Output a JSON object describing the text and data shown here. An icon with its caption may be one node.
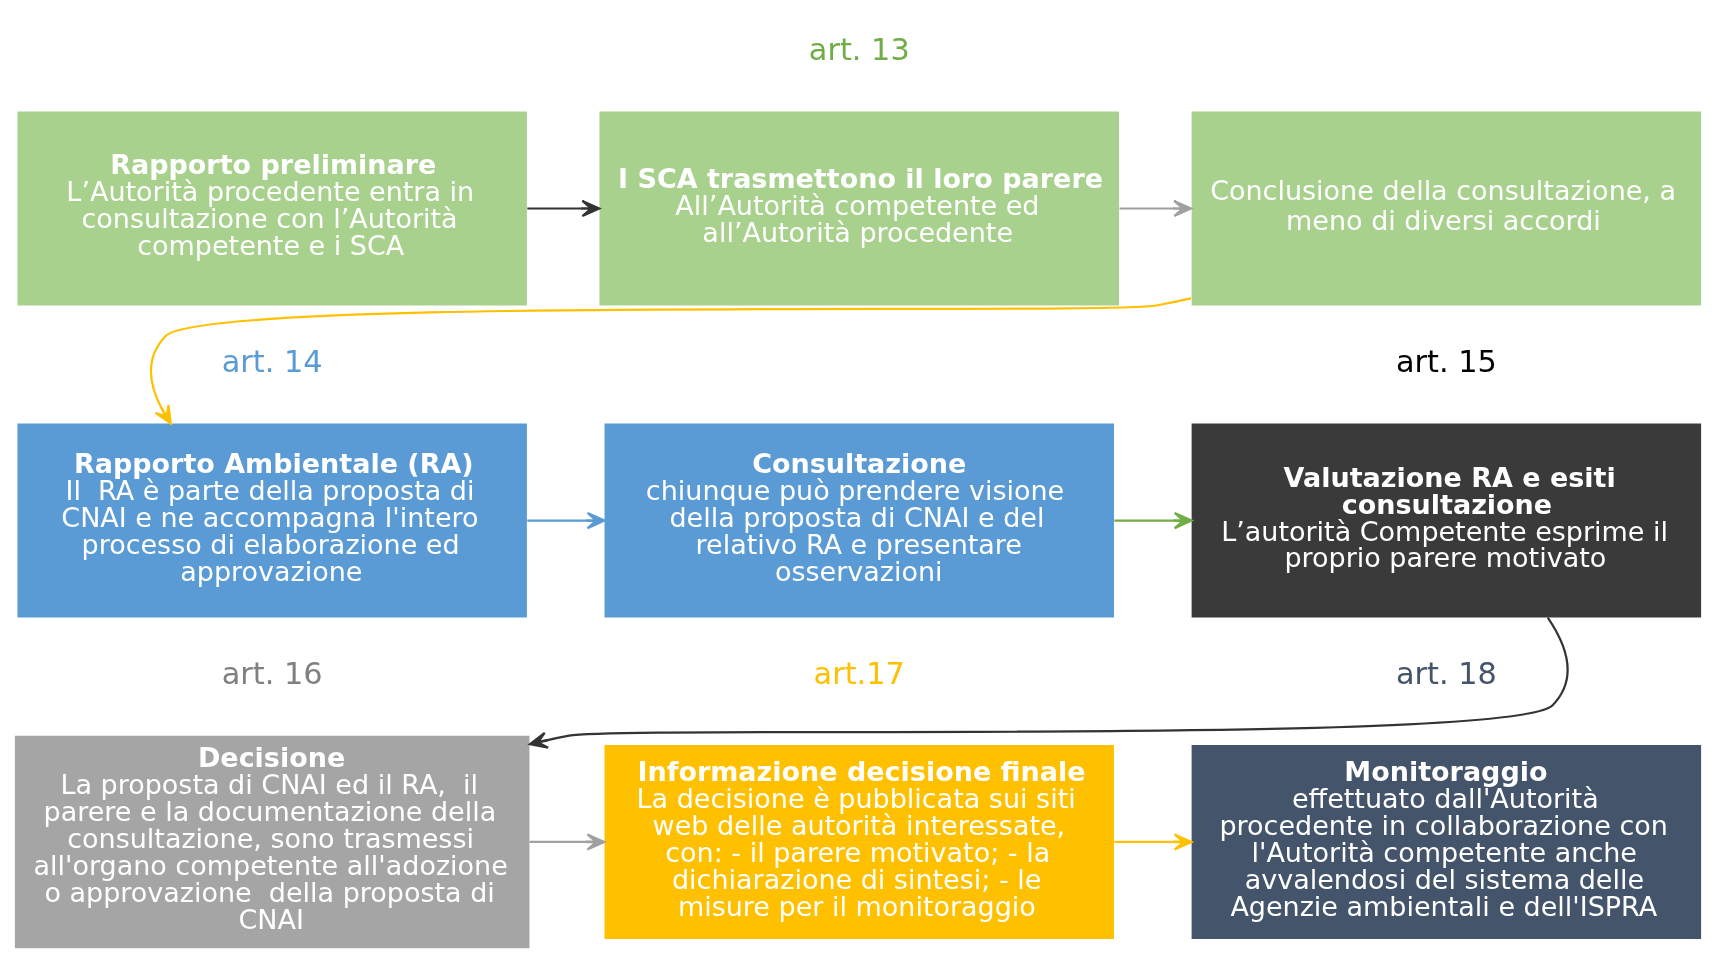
{
  "diagram": {
    "nodes": [
      {
        "text": [
          "Rapporto preliminare",
          "L’Autorità procedente entra in consultazione con l’Autorità competente e i SCA"
        ]
      },
      {
        "text": [
          "I SCA trasmettono il loro parere",
          "All’Autorità competente ed all’Autorità procedente"
        ]
      },
      {
        "text": [
          "Conclusione della consultazione, a meno di diversi accordi"
        ]
      },
      {
        "text": [
          "Rapporto Ambientale (RA)",
          "Il  RA è parte della proposta di CNAI e ne accompagna l'intero processo di elaborazione ed approvazione"
        ]
      },
      {
        "text": [
          "Consultazione",
          "chiunque può prendere visione della proposta di CNAI e del relativo RA e presentare osservazioni"
        ]
      },
      {
        "text": [
          "Valutazione RA e esiti consultazione",
          "L’autorità Competente esprime il proprio parere motivato"
        ]
      },
      {
        "text": [
          "Decisione",
          "La proposta di CNAI ed il RA,  il parere e la documentazione della consultazione, sono trasmessi all'organo competente all'adozione o approvazione  della proposta di CNAI"
        ]
      },
      {
        "text": [
          "Informazione decisione finale",
          "La decisione è pubblicata sui siti web delle autorità interessate, con: - il parere motivato; - la dichiarazione di sintesi; - le misure per il monitoraggio"
        ]
      },
      {
        "text": [
          "Monitoraggio",
          "effettuato dall'Autorità procedente in collaborazione con l'Autorità competente anche avvalendosi del sistema delle Agenzie ambientali e dell'ISPRA"
        ]
      }
    ],
    "edges": [
      {
        "from": 0,
        "to": 1,
        "arrow": "to",
        "color": "#333333"
      },
      {
        "from": 1,
        "to": 2,
        "arrow": "to",
        "color": "#a0a0a0"
      },
      {
        "from": 2,
        "to": 3,
        "arrow": "to",
        "color": "#ffc000"
      },
      {
        "from": 3,
        "to": 4,
        "arrow": "to",
        "color": "#5b9bd5"
      },
      {
        "from": 4,
        "to": 5,
        "arrow": "to",
        "color": "#70ad47"
      },
      {
        "from": 5,
        "to": 6,
        "arrow": "to",
        "color": "#333333"
      },
      {
        "from": 6,
        "to": 7,
        "arrow": "to",
        "color": "#a0a0a0"
      },
      {
        "from": 7,
        "to": 8,
        "arrow": "to",
        "color": "#ffc000"
      }
    ],
    "labels": [
      "art. 13",
      "art. 14",
      "art. 15",
      "art. 16",
      "art.17",
      "art. 18"
    ]
  }
}
